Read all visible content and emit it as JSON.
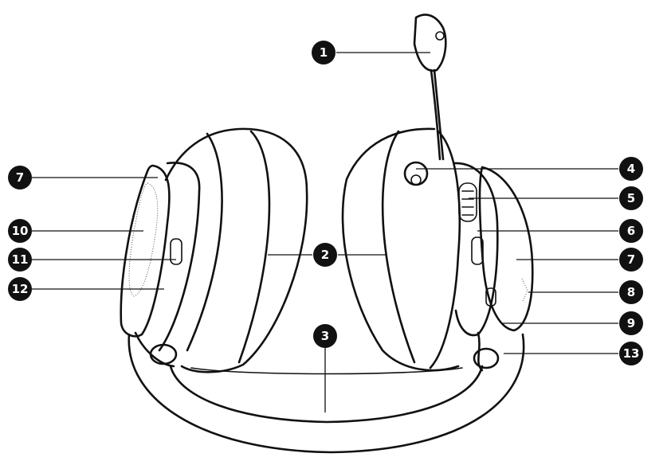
{
  "callouts": [
    {
      "id": "c1",
      "label": "1"
    },
    {
      "id": "c2",
      "label": "2"
    },
    {
      "id": "c3",
      "label": "3"
    },
    {
      "id": "c4",
      "label": "4"
    },
    {
      "id": "c5",
      "label": "5"
    },
    {
      "id": "c6",
      "label": "6"
    },
    {
      "id": "c7r",
      "label": "7"
    },
    {
      "id": "c8",
      "label": "8"
    },
    {
      "id": "c9",
      "label": "9"
    },
    {
      "id": "c13",
      "label": "13"
    },
    {
      "id": "c7l",
      "label": "7"
    },
    {
      "id": "c10",
      "label": "10"
    },
    {
      "id": "c11",
      "label": "11"
    },
    {
      "id": "c12",
      "label": "12"
    }
  ]
}
